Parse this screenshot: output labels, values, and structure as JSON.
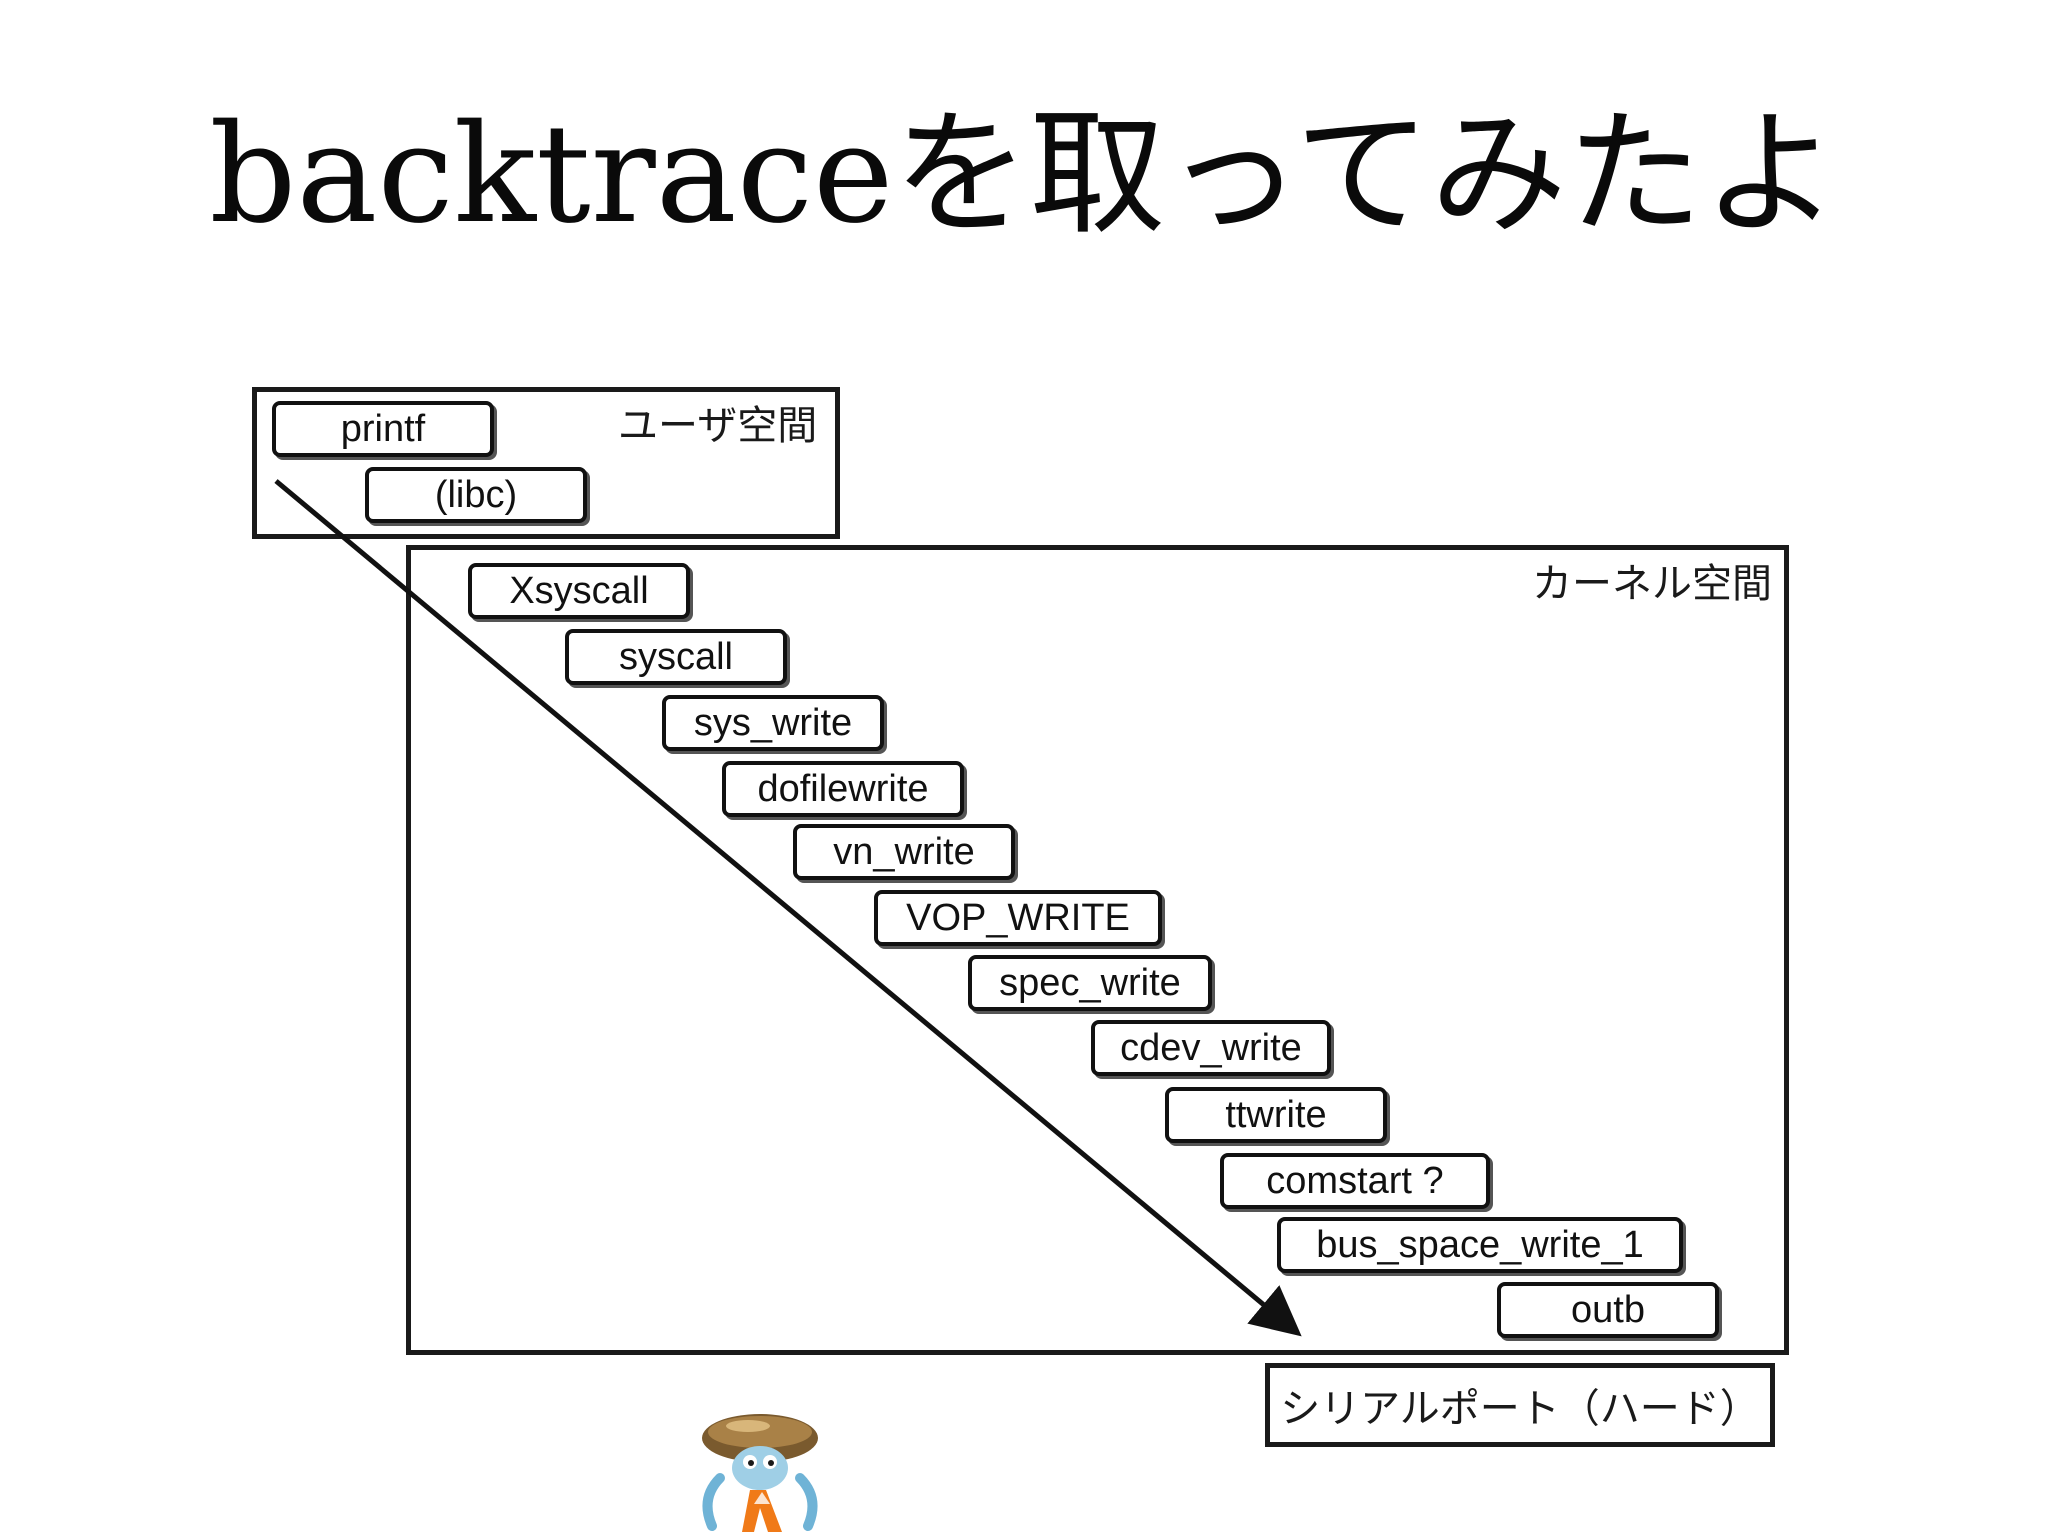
{
  "slide": {
    "title": "backtraceを取ってみたよ"
  },
  "regions": {
    "user_space_label": "ユーザ空間",
    "kernel_space_label": "カーネル空間"
  },
  "user_functions": [
    "printf",
    "(libc)"
  ],
  "kernel_functions": [
    "Xsyscall",
    "syscall",
    "sys_write",
    "dofilewrite",
    "vn_write",
    "VOP_WRITE",
    "spec_write",
    "cdev_write",
    "ttwrite",
    "comstart ?",
    "bus_space_write_1",
    "outb"
  ],
  "hardware": {
    "label": "シリアルポート（ハード）"
  },
  "mascot": {
    "icon": "hermit-crab-mascot-icon"
  }
}
